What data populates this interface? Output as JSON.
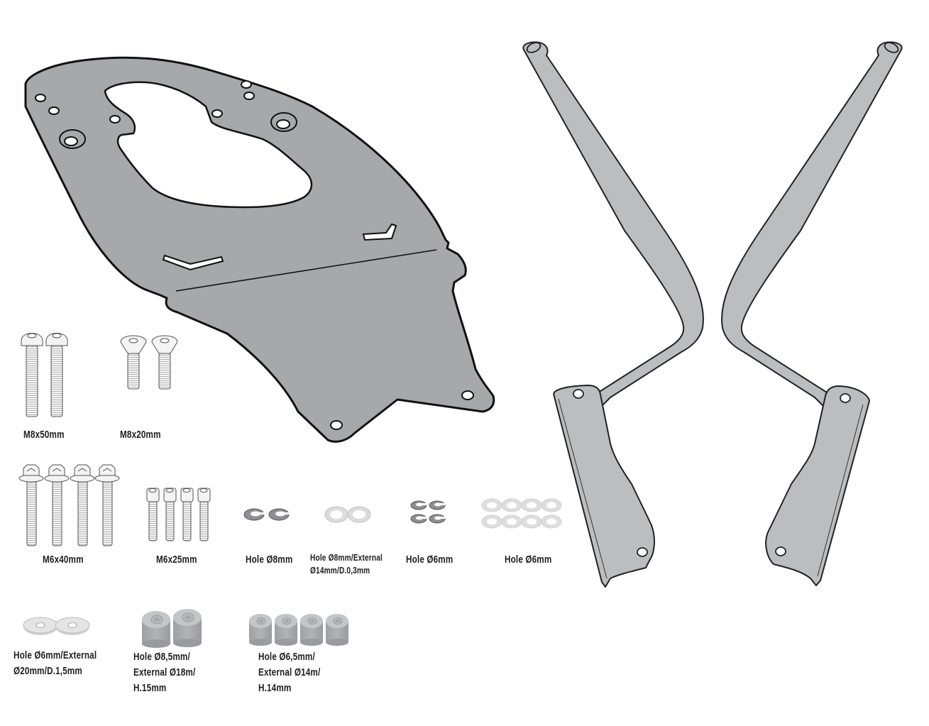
{
  "diagram": {
    "type": "parts-kit",
    "colors": {
      "plate_fill": "#a6a8ab",
      "bracket_fill": "#bcbdc0",
      "outline": "#111111",
      "bolt_fill": "#f2f2f2",
      "lock_washer_fill": "#8d8f92",
      "flat_washer_fill": "#dcdcdc",
      "spacer_fill": "#a9aaad",
      "background": "#ffffff"
    },
    "main_parts": [
      {
        "id": "mounting-plate",
        "name": "Rear mounting plate",
        "quantity": 1
      },
      {
        "id": "bracket-left",
        "name": "Left tubular support arm",
        "quantity": 1
      },
      {
        "id": "bracket-right",
        "name": "Right tubular support arm",
        "quantity": 1
      }
    ],
    "hardware": [
      {
        "id": "bolt-m8x50",
        "type": "button-head bolt",
        "quantity": 2,
        "label_lines": [
          "M8x50mm"
        ]
      },
      {
        "id": "bolt-m8x20",
        "type": "countersunk bolt",
        "quantity": 2,
        "label_lines": [
          "M8x20mm"
        ]
      },
      {
        "id": "bolt-m6x40",
        "type": "flange hex bolt",
        "quantity": 4,
        "label_lines": [
          "M6x40mm"
        ]
      },
      {
        "id": "bolt-m6x25",
        "type": "socket cap bolt",
        "quantity": 4,
        "label_lines": [
          "M6x25mm"
        ]
      },
      {
        "id": "lock-washer-8",
        "type": "split lock washer",
        "quantity": 2,
        "label_lines": [
          "Hole Ø8mm"
        ]
      },
      {
        "id": "flat-washer-8",
        "type": "flat washer",
        "quantity": 2,
        "label_lines": [
          "Hole Ø8mm/External",
          "Ø14mm/D.0,3mm"
        ]
      },
      {
        "id": "lock-washer-6",
        "type": "split lock washer",
        "quantity": 4,
        "label_lines": [
          "Hole Ø6mm"
        ]
      },
      {
        "id": "flat-washer-6",
        "type": "flat washer",
        "quantity": 8,
        "label_lines": [
          "Hole Ø6mm"
        ]
      },
      {
        "id": "fender-washer-6",
        "type": "large flat washer",
        "quantity": 2,
        "label_lines": [
          "Hole Ø6mm/External",
          "Ø20mm/D.1,5mm"
        ]
      },
      {
        "id": "spacer-8-5",
        "type": "cylindrical spacer",
        "quantity": 2,
        "label_lines": [
          "Hole Ø8,5mm/",
          "External Ø18m/",
          "H.15mm"
        ]
      },
      {
        "id": "spacer-6-5",
        "type": "cylindrical spacer",
        "quantity": 4,
        "label_lines": [
          "Hole Ø6,5mm/",
          "External Ø14m/",
          "H.14mm"
        ]
      }
    ]
  }
}
